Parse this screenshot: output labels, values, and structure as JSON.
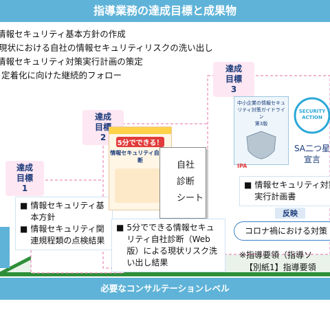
{
  "header": {
    "title": "指導業務の達成目標と成果物"
  },
  "goals": [
    "情報セキュリティ基本方針の作成",
    "現状における自社の情報セキュリティリスクの洗い出し",
    "情報セキュリティ対策実行計画の策定",
    "定着化に向けた継続的フォロー"
  ],
  "stage1": {
    "badge": "達成\n目標\n1",
    "results": [
      "情報セキュリティ基本方針",
      "情報セキュリティ関連規程類の点検結果"
    ]
  },
  "stage2": {
    "badge": "達成\n目標\n2",
    "doc_small": "5分でできる！",
    "doc_title": "情報セキュリティ自社診断",
    "sheet_label": "自社\n診断\nシート",
    "results": [
      "5分でできる情報セキュリティ自社診断（Web版）による現状リスク洗い出し結果"
    ]
  },
  "stage3": {
    "badge": "達成\n目標\n3",
    "guide_title": "中小企業の情報セキュリティ対策ガイドライン",
    "guide_edition": "第3版",
    "ipa": "IPA",
    "action_text": "SECURITY ACTION",
    "sa_label": "SA二つ星宣言",
    "results": [
      "情報セキュリティ対策実行計画書"
    ],
    "reflect": "反映",
    "corona": "コロナ禍における対策"
  },
  "notes": [
    "※指導要領（指導ソ",
    "【別紙1】指導要領"
  ],
  "footer": {
    "label": "必要なコンサルテーションレベル"
  },
  "colors": {
    "accent": "#5fb3d8",
    "badge_bg": "#fde7f2",
    "dashed": "#e98ab8",
    "stairs": "#2e8f3a"
  }
}
